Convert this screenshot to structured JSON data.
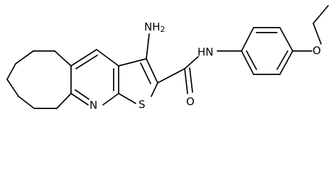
{
  "structure": {
    "atoms": {
      "amino": "NH2",
      "amide_nh": "HN",
      "carbonyl_o": "O",
      "ether_o": "O",
      "pyridine_n": "N",
      "thiophene_s": "S"
    }
  }
}
